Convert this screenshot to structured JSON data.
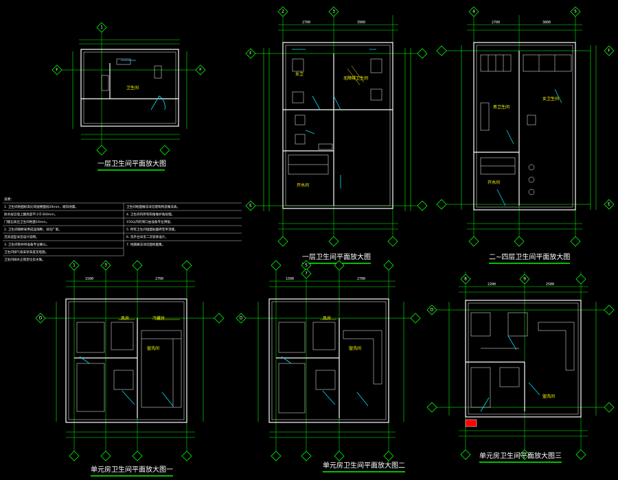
{
  "titles": {
    "plan1": "一层卫生间平面放大图",
    "plan2": "一层卫生间平面放大图",
    "plan3": "二~四层卫生间平面放大图",
    "plan4": "单元房卫生间平面放大图一",
    "plan5": "单元房卫生间平面放大图二",
    "plan6": "单元房卫生间平面放大图三"
  },
  "rooms": {
    "p1_toilet": "卫生间",
    "p2_women": "女卫",
    "p2_men": "无障碍卫生间",
    "p2_water": "开水间",
    "p3_men": "男卫生间",
    "p3_women": "女卫生间",
    "p3_water": "开水间",
    "p4_wind": "风井",
    "p4_cold": "冷藏井",
    "p4_wash": "盥洗间",
    "p5_wind": "风井",
    "p5_wash": "盥洗间",
    "p6_wash": "盥洗间"
  },
  "grid_labels": {
    "p1_top": "1",
    "p1_left": "F",
    "p1_right": "F",
    "p2_top_a": "2",
    "p2_top_b": "3",
    "p2_left_a": "F",
    "p2_left_b": "E",
    "p3_top_a": "4",
    "p3_top_b": "5",
    "p3_right_a": "F",
    "p3_right_b": "E",
    "p4_top_a": "1",
    "p4_top_b": "3",
    "p4_left": "D",
    "p5_top_a": "5",
    "p5_top_b": "7",
    "p5_left": "D",
    "p6_top_a": "8",
    "p6_top_b": "9",
    "p6_left": "D"
  },
  "dims": {
    "p2_top": [
      "2700",
      "3900"
    ],
    "p3_top": [
      "2700",
      "3800"
    ],
    "p4_top": [
      "1500",
      "2700"
    ],
    "p5_top": [
      "1500",
      "2700"
    ],
    "p6_top": [
      "2200",
      "2500"
    ]
  },
  "notes": {
    "heading": "说明：",
    "lines": [
      "1. 卫生间地面标高比同层楼面低20mm，坡向地漏。",
      "   防水层沿墙上翻高度不小于300mm。",
      "   门槛石高出卫生间地面10mm。",
      "2. 卫生间隔断采用成品隔断，详见厂家。",
      "   洁具选型详见设计说明。",
      "3. 卫生间管井待设备专业确认。",
      "   卫生间排气扇安装高度见电施。",
      "   卫生间排水立管定位见水施。"
    ],
    "lines_right": [
      "卫生间地面做法详见建筑构造做法表。",
      "4. 卫生间内所有阳角做护角处理。",
      "   150以内的洞口由设备专业预留。",
      "5. 所有卫生间墙面贴面砖至吊顶底。",
      "6. 洗手台详见二次装修设计。",
      "7. 地漏做法详见国标图集。"
    ]
  }
}
